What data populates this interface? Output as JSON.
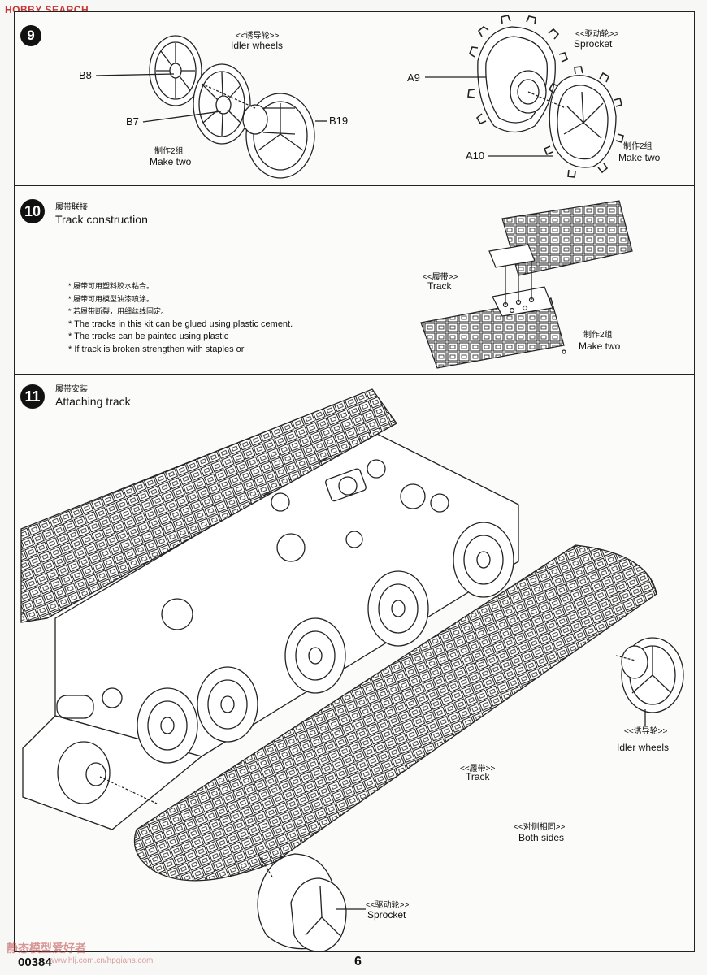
{
  "header": {
    "logo_text": "HOBBY SEARCH"
  },
  "steps": {
    "s9": {
      "number": "9",
      "idler_cn": "<<诱导轮>>",
      "idler_en": "Idler wheels",
      "sprocket_cn": "<<驱动轮>>",
      "sprocket_en": "Sprocket",
      "parts": {
        "b8": "B8",
        "b7": "B7",
        "b19": "B19",
        "a9": "A9",
        "a10": "A10"
      },
      "make_two_cn_left": "制作2组",
      "make_two_en_left": "Make two",
      "make_two_cn_right": "制作2组",
      "make_two_en_right": "Make two"
    },
    "s10": {
      "number": "10",
      "title_cn": "履带联接",
      "title_en": "Track construction",
      "notes": [
        "* 履带可用塑料胶水粘合。",
        "* 履带可用模型油漆喷涂。",
        "* 若履带断裂，用细丝线固定。",
        "* The tracks in this kit can be glued using plastic cement.",
        "* The tracks can be painted using plastic",
        "* If track is broken strengthen with staples or"
      ],
      "track_cn": "<<履带>>",
      "track_en": "Track",
      "make_two_cn": "制作2组",
      "make_two_en": "Make two"
    },
    "s11": {
      "number": "11",
      "title_cn": "履带安装",
      "title_en": "Attaching track",
      "idler_cn": "<<诱导轮>>",
      "idler_en": "Idler wheels",
      "track_cn": "<<履带>>",
      "track_en": "Track",
      "both_cn": "<<对侧相同>>",
      "both_en": "Both sides",
      "sprocket_cn": "<<驱动轮>>",
      "sprocket_en": "Sprocket"
    }
  },
  "footer": {
    "code": "00384",
    "page": "6",
    "watermark": "静态模型爱好者",
    "watermark_url": "www.hlj.com.cn/hpgians.com"
  }
}
